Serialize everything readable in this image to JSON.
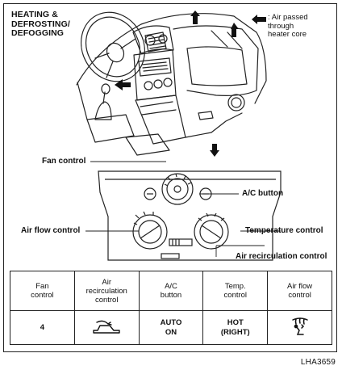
{
  "title": "HEATING &\nDEFROSTING/\nDEFOGGING",
  "legend": {
    "icon": "solid-arrow",
    "text": ": Air passed\nthrough\nheater core"
  },
  "callouts": {
    "fan_control": "Fan control",
    "ac_button": "A/C button",
    "air_flow_control": "Air flow control",
    "temperature_control": "Temperature control",
    "air_recirculation_control": "Air recirculation control"
  },
  "table": {
    "headers": [
      "Fan\ncontrol",
      "Air\nrecirculation\ncontrol",
      "A/C\nbutton",
      "Temp.\ncontrol",
      "Air flow\ncontrol"
    ],
    "row": {
      "fan": "4",
      "recirculation_icon": "outside-air-car-icon",
      "ac": "AUTO\nON",
      "temp": "HOT\n(RIGHT)",
      "airflow_icon": "defrost-foot-icon"
    }
  },
  "figure_code": "LHA3659"
}
